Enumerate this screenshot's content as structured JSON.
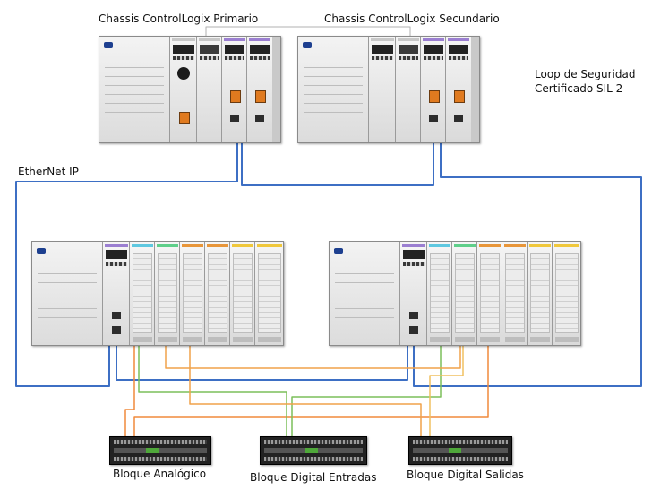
{
  "labels": {
    "primary_chassis": "Chassis ControlLogix Primario",
    "secondary_chassis": "Chassis ControlLogix Secundario",
    "safety_loop_line1": "Loop de Seguridad",
    "safety_loop_line2": "Certificado SIL 2",
    "network": "EtherNet IP",
    "analog_block": "Bloque Analógico",
    "digital_in_block": "Bloque Digital Entradas",
    "digital_out_block": "Bloque Digital Salidas"
  },
  "colors": {
    "ethernet": "#3d6fc4",
    "analog_wire": "#f08a3c",
    "digital_in_wire": "#7cbf5a",
    "digital_out_wire": "#f0a24a",
    "module_strip_purple": "#9b7fd1",
    "module_strip_cyan": "#5fc8e0",
    "module_strip_green": "#5fcf8a",
    "module_strip_orange": "#e8963a",
    "module_strip_yellow": "#f0c83c"
  }
}
